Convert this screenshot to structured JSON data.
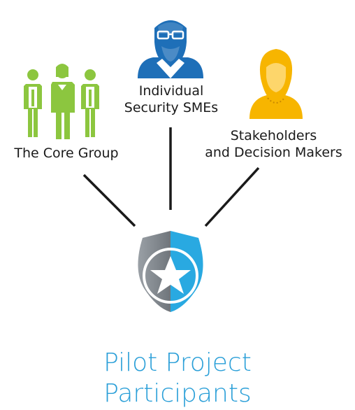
{
  "nodes": {
    "core_group": {
      "label": "The Core Group",
      "color": "#8cc63f"
    },
    "security_smes": {
      "label_line1": "Individual",
      "label_line2": "Security SMEs",
      "color": "#1e6fb8"
    },
    "stakeholders": {
      "label_line1": "Stakeholders",
      "label_line2": "and Decision Makers",
      "color": "#f7b500"
    }
  },
  "center": {
    "title_line1": "Pilot Project",
    "title_line2": "Participants",
    "title_color": "#2a9fd8",
    "badge_color": "#29a9e1"
  }
}
